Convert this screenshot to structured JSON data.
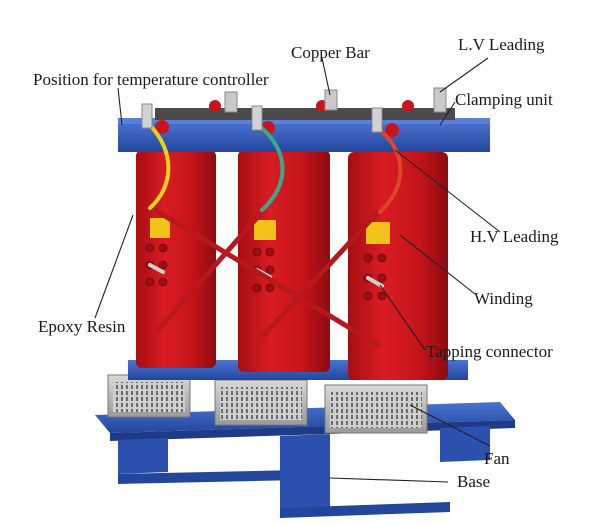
{
  "labels": {
    "copper_bar": "Copper Bar",
    "lv_leading": "L.V Leading",
    "temp_controller": "Position for temperature controller",
    "clamping_unit": "Clamping unit",
    "hv_leading": "H.V Leading",
    "winding": "Winding",
    "epoxy_resin": "Epoxy Resin",
    "tapping_connector": "Tapping connector",
    "fan": "Fan",
    "base": "Base"
  },
  "colors": {
    "coil_red": "#c8151b",
    "clamp_blue": "#2f57b8",
    "fan_grey": "#b5b5b5",
    "yellow_lead": "#e8d21c",
    "green_lead": "#3aa88c",
    "red_lead": "#e0442b"
  }
}
